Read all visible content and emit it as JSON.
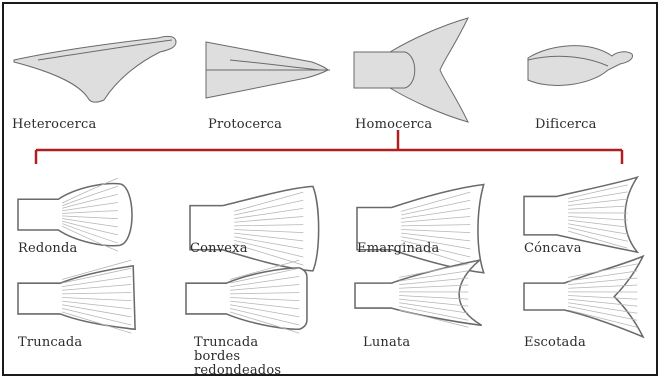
{
  "top_row": [
    {
      "label": "Heterocerca"
    },
    {
      "label": "Protocerca"
    },
    {
      "label": "Homocerca"
    },
    {
      "label": "Dificerca"
    }
  ],
  "homocercal_types": [
    {
      "label": "Redonda"
    },
    {
      "label": "Convexa"
    },
    {
      "label": "Emarginada"
    },
    {
      "label": "Cóncava"
    },
    {
      "label": "Truncada"
    },
    {
      "label": "Truncada\nbordes\nredondeados"
    },
    {
      "label": "Lunata"
    },
    {
      "label": "Escotada"
    }
  ],
  "colors": {
    "fin_fill": "#dedede",
    "fin_stroke": "#6a6a6a",
    "ray_stroke": "#b5b5b5",
    "connector": "#b01e1e",
    "frame": "#1a1a1a"
  }
}
